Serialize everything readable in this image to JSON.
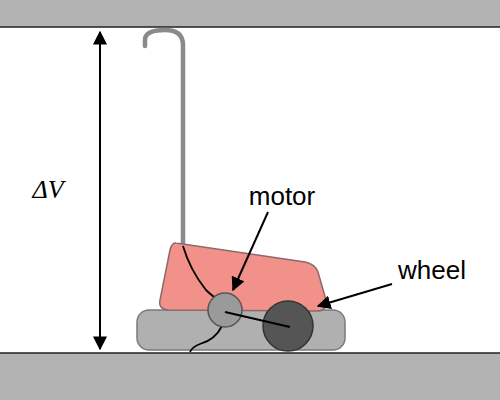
{
  "diagram": {
    "labels": [
      "ΔV",
      "motor",
      "wheel"
    ]
  }
}
